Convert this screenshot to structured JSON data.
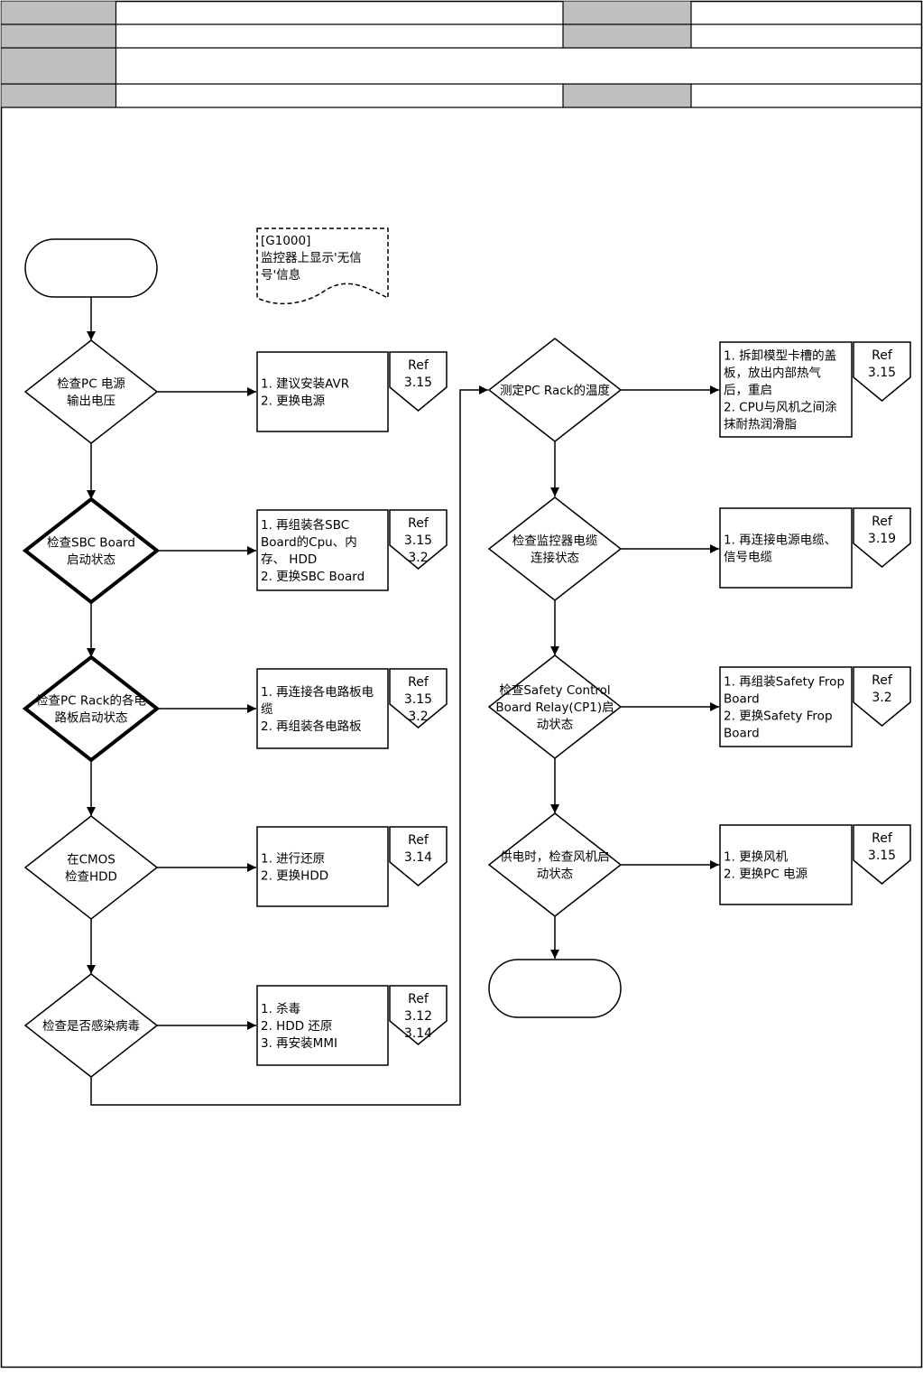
{
  "header": {
    "rows": [
      {
        "label": "",
        "value": "",
        "label2": "",
        "value2": ""
      },
      {
        "label": "",
        "value": "",
        "label2": "",
        "value2": ""
      },
      {
        "label": "",
        "value": ""
      },
      {
        "label": "",
        "value": "",
        "label2": "",
        "value2": ""
      }
    ]
  },
  "note": {
    "lines": [
      "[G1000]",
      "监控器上显示'无信",
      "号'信息"
    ]
  },
  "terminals": {
    "start": "",
    "end": ""
  },
  "left_column": [
    {
      "decision": [
        "检查PC 电源",
        "输出电压"
      ],
      "bold": false,
      "actions": [
        "1. 建议安装AVR",
        "2. 更换电源"
      ],
      "ref": [
        "Ref",
        "3.15"
      ]
    },
    {
      "decision": [
        "检查SBC Board",
        "启动状态"
      ],
      "bold": true,
      "actions": [
        "1. 再组装各SBC",
        "Board的Cpu、内",
        "存、 HDD",
        "2. 更换SBC Board"
      ],
      "ref": [
        "Ref",
        "3.15",
        "3.2"
      ]
    },
    {
      "decision": [
        "检查PC Rack的各电",
        "路板启动状态"
      ],
      "bold": true,
      "actions": [
        "1. 再连接各电路板电",
        "缆",
        "2. 再组装各电路板"
      ],
      "ref": [
        "Ref",
        "3.15",
        "3.2"
      ]
    },
    {
      "decision": [
        "在CMOS",
        "检查HDD"
      ],
      "bold": false,
      "actions": [
        "1. 进行还原",
        "2. 更换HDD"
      ],
      "ref": [
        "Ref",
        "3.14"
      ]
    },
    {
      "decision": [
        "检查是否感染病毒"
      ],
      "bold": false,
      "actions": [
        "1. 杀毒",
        "2. HDD 还原",
        "3. 再安装MMI"
      ],
      "ref": [
        "Ref",
        "3.12",
        "3.14"
      ]
    }
  ],
  "right_column": [
    {
      "decision": [
        "测定PC Rack的温度"
      ],
      "bold": false,
      "actions": [
        "1. 拆卸模型卡槽的盖",
        "板，放出内部热气",
        "后，重启",
        "2. CPU与风机之间涂",
        "抹耐热润滑脂"
      ],
      "ref": [
        "Ref",
        "3.15"
      ]
    },
    {
      "decision": [
        "检查监控器电缆",
        "连接状态"
      ],
      "bold": false,
      "actions": [
        "1. 再连接电源电缆、",
        "信号电缆"
      ],
      "ref": [
        "Ref",
        "3.19"
      ]
    },
    {
      "decision": [
        "检查Safety Control",
        "Board Relay(CP1)启",
        "动状态"
      ],
      "bold": false,
      "actions": [
        "1. 再组装Safety Frop",
        "Board",
        "2. 更换Safety Frop",
        "Board"
      ],
      "ref": [
        "Ref",
        "3.2"
      ]
    },
    {
      "decision": [
        "供电时，检查风机启",
        "动状态"
      ],
      "bold": false,
      "actions": [
        "1. 更换风机",
        "2. 更换PC 电源"
      ],
      "ref": [
        "Ref",
        "3.15"
      ]
    }
  ],
  "colors": {
    "header_label_fill": "#bfbfbf",
    "line": "#000000",
    "background": "#ffffff"
  }
}
